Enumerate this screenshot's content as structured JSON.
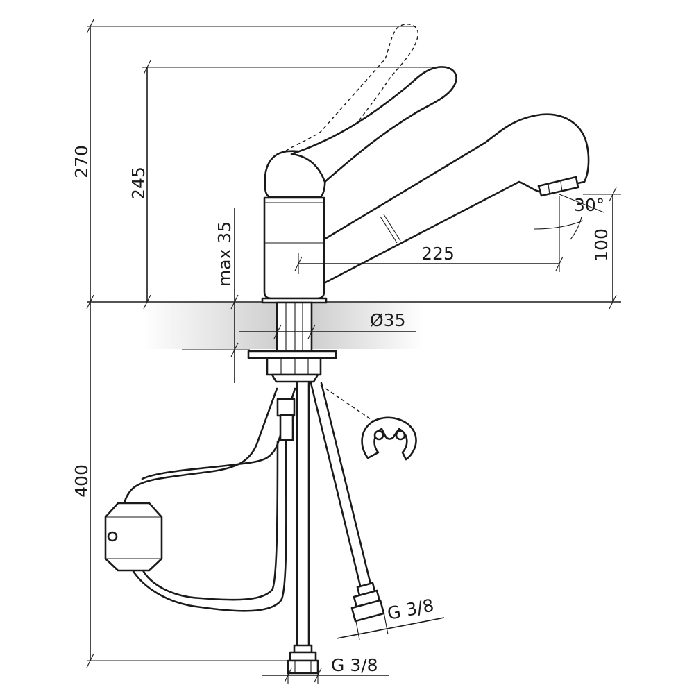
{
  "dimensions": {
    "total_height_raised": "270",
    "total_height": "245",
    "deck_thickness": "max 35",
    "spout_reach": "225",
    "spout_height": "100",
    "spray_angle": "30°",
    "hole_diameter": "Ø35",
    "hose_length": "400",
    "thread_hot": "G 3/8",
    "thread_cold": "G 3/8"
  }
}
